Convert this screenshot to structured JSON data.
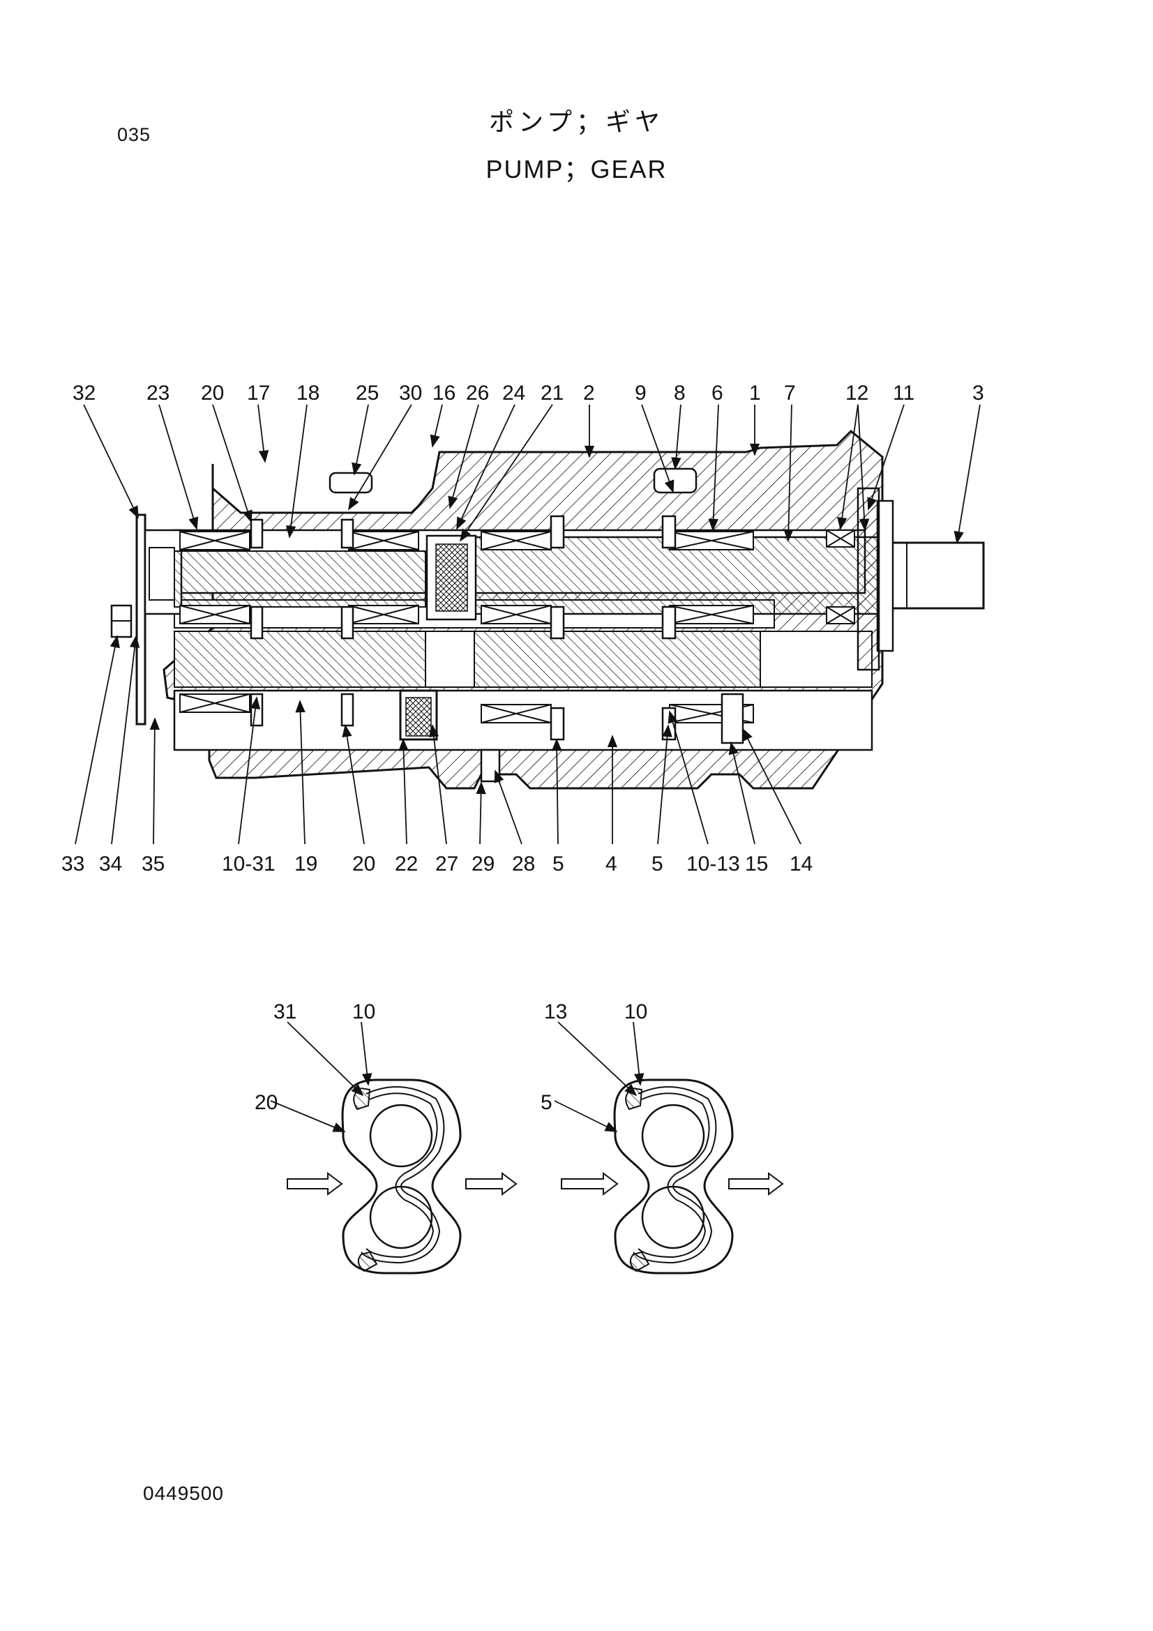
{
  "header": {
    "page_code": "035",
    "title_japanese": "ポンプ；ギヤ",
    "title_english": "PUMP；GEAR"
  },
  "footer": {
    "document_number": "0449500"
  },
  "cross_section": {
    "top_callouts": [
      "32",
      "23",
      "20",
      "17",
      "18",
      "25",
      "30",
      "16",
      "26",
      "24",
      "21",
      "2",
      "9",
      "8",
      "6",
      "1",
      "7",
      "12",
      "11",
      "3"
    ],
    "bottom_callouts": [
      "33",
      "34",
      "35",
      "10-31",
      "19",
      "20",
      "22",
      "27",
      "29",
      "28",
      "5",
      "4",
      "5",
      "10-13",
      "15",
      "14"
    ]
  },
  "seal_details": [
    {
      "name": "left",
      "callouts": [
        "31",
        "10",
        "20"
      ]
    },
    {
      "name": "right",
      "callouts": [
        "13",
        "10",
        "5"
      ]
    }
  ],
  "colors": {
    "line": "#111111",
    "background": "#ffffff"
  }
}
